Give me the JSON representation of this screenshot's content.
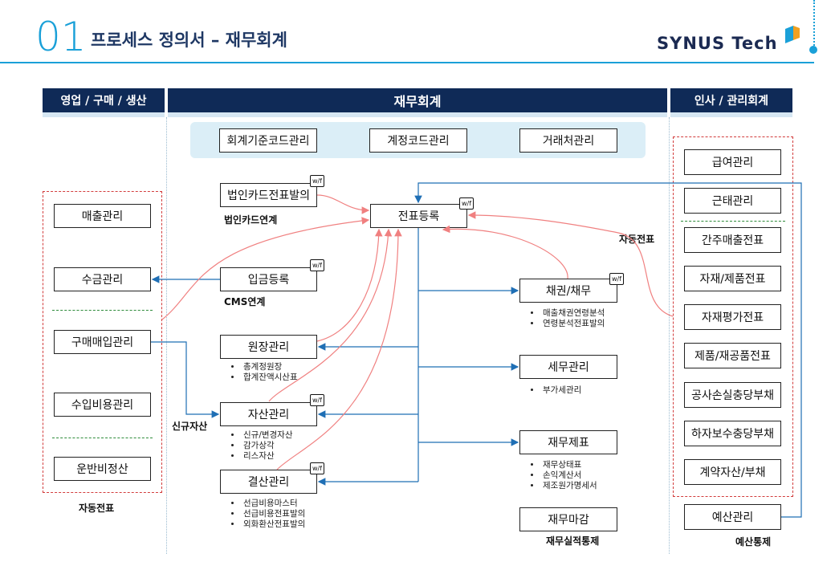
{
  "header": {
    "page_number": "01",
    "title": "프로세스 정의서 – 재무회계",
    "brand": "SYNUS Tech"
  },
  "bands": {
    "left": "영업 / 구매 / 생산",
    "center": "재무회계",
    "right": "인사 / 관리회계"
  },
  "code_mgmt": [
    "회계기준코드관리",
    "계정코드관리",
    "거래처관리"
  ],
  "left_modules": {
    "sales": "매출관리",
    "collection": "수금관리",
    "purchase": "구매매입관리",
    "import_cost": "수입비용관리",
    "transport": "운반비정산",
    "caption": "자동전표"
  },
  "center_modules": {
    "card": "법인카드전표발의",
    "card_caption": "법인카드연계",
    "slip": "전표등록",
    "deposit": "입금등록",
    "deposit_caption": "CMS연계",
    "ledger": "원장관리",
    "ledger_items": [
      "총계정원장",
      "합계잔액시산표"
    ],
    "asset": "자산관리",
    "asset_items": [
      "신규/변경자산",
      "감가상각",
      "리스자산"
    ],
    "asset_caption": "신규자산",
    "closing": "결산관리",
    "closing_items": [
      "선급비용마스터",
      "선급비용전표발의",
      "외화환산전표발의"
    ],
    "auto_caption": "자동전표"
  },
  "right_center_modules": {
    "receivable": "채권/채무",
    "receivable_items": [
      "매출채권연령분석",
      "연령분석전표발의"
    ],
    "tax": "세무관리",
    "tax_items": [
      "부가세관리"
    ],
    "fin_stmt": "재무제표",
    "fin_stmt_items": [
      "재무상태표",
      "손익계산서",
      "제조원가명세서"
    ],
    "closing_fin": "재무마감",
    "closing_fin_caption": "재무실적통제"
  },
  "right_modules": {
    "payroll": "급여관리",
    "attendance": "근태관리",
    "interim": "간주매출전표",
    "material": "자재/제품전표",
    "valuation": "자재평가전표",
    "wip": "제품/재공품전표",
    "construction_loss": "공사손실충당부채",
    "warranty": "하자보수충당부채",
    "contract": "계약자산/부채",
    "budget": "예산관리",
    "budget_caption": "예산통제"
  },
  "wf_label": "w/f",
  "colors": {
    "band": "#0f2a57",
    "accent": "#1aa0d8",
    "flow_blue": "#1f6fb5",
    "flow_red": "#f08080",
    "dash_red": "#d23c3c",
    "divider_green": "#2e8b3a"
  }
}
